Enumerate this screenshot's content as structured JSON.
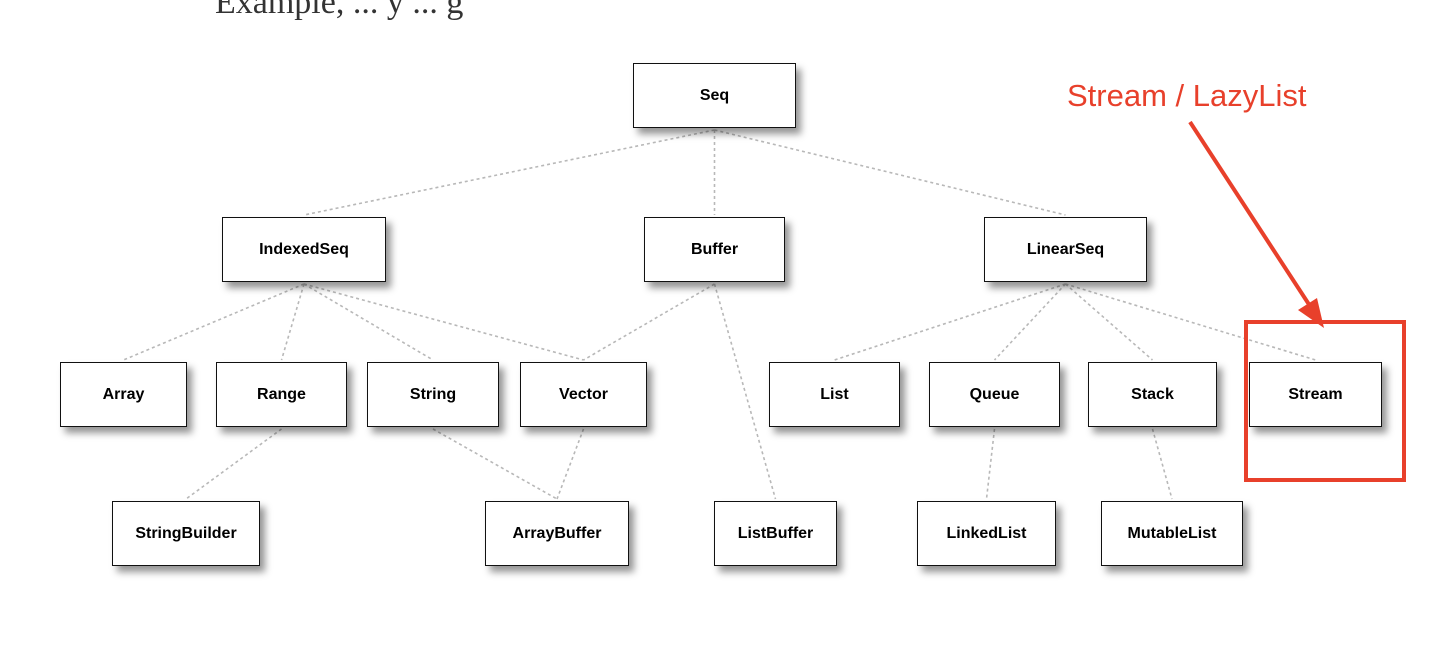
{
  "header_fragment": "Example, ... y ... g",
  "callout": {
    "label": "Stream / LazyList",
    "color": "#e8402b"
  },
  "nodes": {
    "seq": "Seq",
    "indexedseq": "IndexedSeq",
    "buffer": "Buffer",
    "linearseq": "LinearSeq",
    "array": "Array",
    "range": "Range",
    "string": "String",
    "vector": "Vector",
    "list": "List",
    "queue": "Queue",
    "stack": "Stack",
    "stream": "Stream",
    "stringbuilder": "StringBuilder",
    "arraybuffer": "ArrayBuffer",
    "listbuffer": "ListBuffer",
    "linkedlist": "LinkedList",
    "mutablelist": "MutableList"
  },
  "edges": [
    [
      "seq",
      "indexedseq"
    ],
    [
      "seq",
      "buffer"
    ],
    [
      "seq",
      "linearseq"
    ],
    [
      "indexedseq",
      "array"
    ],
    [
      "indexedseq",
      "range"
    ],
    [
      "indexedseq",
      "string"
    ],
    [
      "indexedseq",
      "vector"
    ],
    [
      "buffer",
      "vector"
    ],
    [
      "buffer",
      "listbuffer"
    ],
    [
      "linearseq",
      "list"
    ],
    [
      "linearseq",
      "queue"
    ],
    [
      "linearseq",
      "stack"
    ],
    [
      "linearseq",
      "stream"
    ],
    [
      "range",
      "stringbuilder"
    ],
    [
      "string",
      "arraybuffer"
    ],
    [
      "vector",
      "arraybuffer"
    ],
    [
      "queue",
      "linkedlist"
    ],
    [
      "stack",
      "mutablelist"
    ]
  ]
}
